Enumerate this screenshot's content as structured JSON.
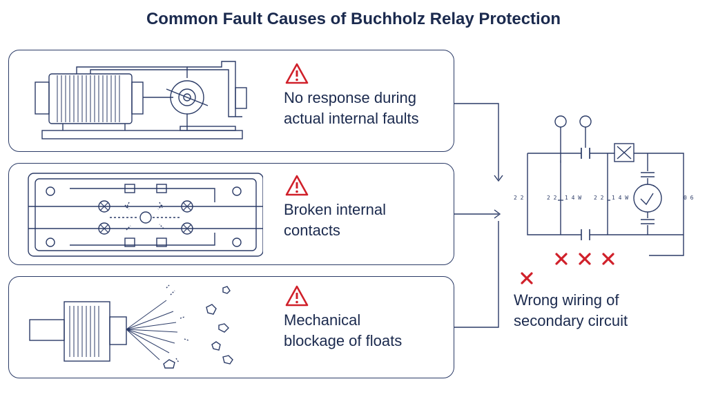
{
  "title": "Common Fault Causes of Buchholz Relay Protection",
  "faults": [
    {
      "line1": "No response during",
      "line2": "actual internal faults",
      "icon": "warning-triangle-icon"
    },
    {
      "line1": "Broken internal",
      "line2": "contacts",
      "icon": "warning-triangle-icon"
    },
    {
      "line1": "Mechanical",
      "line2": "blockage of floats",
      "icon": "warning-triangle-icon"
    }
  ],
  "circuit": {
    "label1": "Wrong wiring of",
    "label2": "secondary circuit",
    "marks": [
      "2 2",
      "2 2",
      "1 4 W",
      "2 2",
      "1 4 W",
      "0 6"
    ],
    "icon": "cross-mark-icon"
  },
  "colors": {
    "ink": "#1b2a4e",
    "line": "#2a3a66",
    "warning": "#d0202a"
  }
}
